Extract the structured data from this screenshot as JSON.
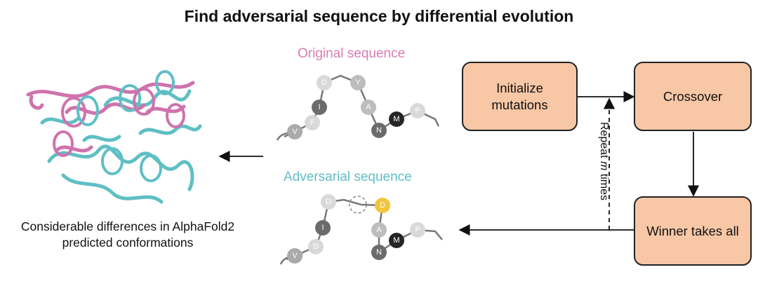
{
  "title": "Find adversarial sequence by differential evolution",
  "original_label": "Original sequence",
  "adversarial_label": "Adversarial sequence",
  "caption_line1": "Considerable differences in AlphaFold2",
  "caption_line2": "predicted conformations",
  "steps": {
    "initialize": "Initialize mutations",
    "crossover": "Crossover",
    "winner": "Winner takes all"
  },
  "repeat_text_pre": "Repeat ",
  "repeat_text_m": "m",
  "repeat_text_post": " times",
  "original_residues": [
    "V",
    "F",
    "I",
    "D",
    "Y",
    "A",
    "N",
    "M",
    "P"
  ],
  "adversarial_residues": [
    "V",
    "D",
    "I",
    "D",
    "D",
    "A",
    "N",
    "M",
    "P"
  ],
  "colors": {
    "pink": "#d87cb5",
    "teal": "#5fbfc4",
    "box_fill": "#f7c7a6",
    "mutation": "#f2c53a"
  }
}
